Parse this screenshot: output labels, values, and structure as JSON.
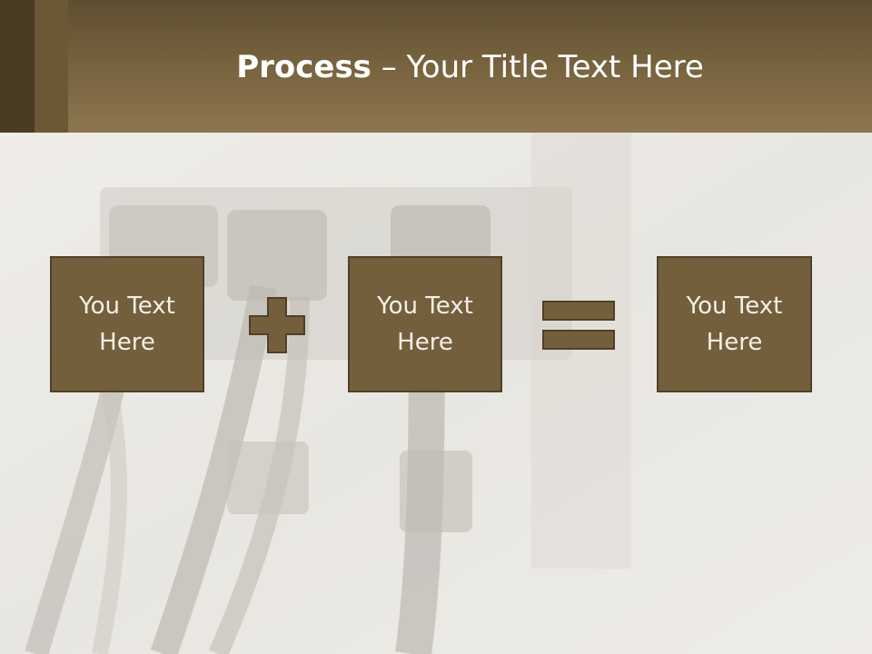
{
  "title": {
    "bold": "Process",
    "rest": " – Your Title Text Here"
  },
  "boxes": [
    {
      "text": "You Text Here"
    },
    {
      "text": "You Text Here"
    },
    {
      "text": "You Text Here"
    }
  ],
  "operators": [
    "plus-icon",
    "equals-icon"
  ],
  "colors": {
    "header_dark": "#5e4e31",
    "header_light": "#8c7650",
    "box_fill": "#735f3c",
    "box_border": "#4f4128",
    "box_text": "#f4efe6",
    "background": "#e9e7e1"
  }
}
